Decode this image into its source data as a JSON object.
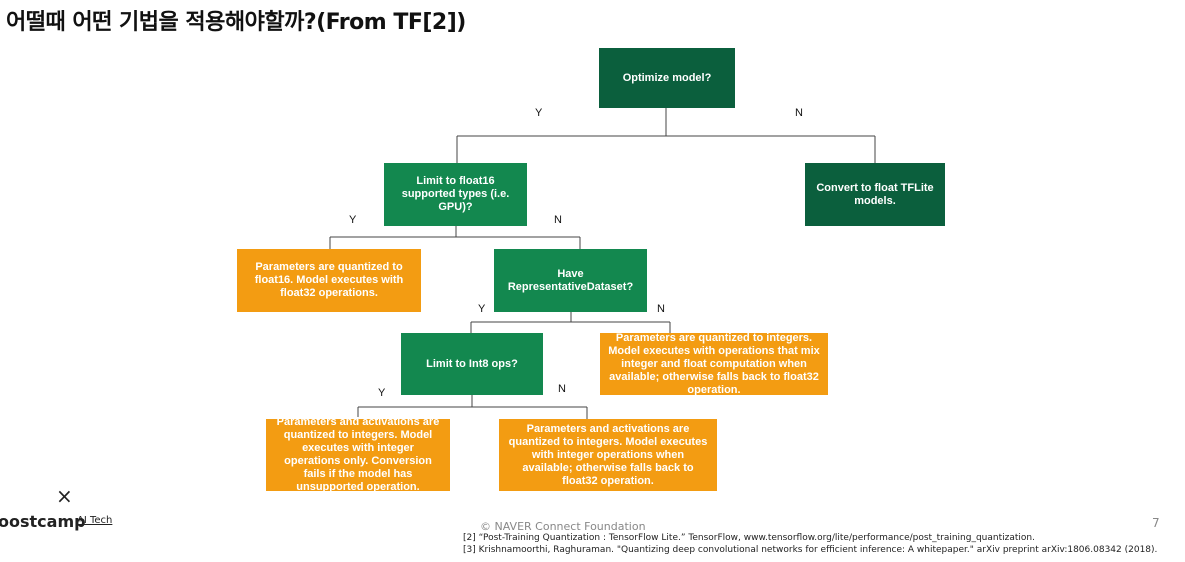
{
  "title": "어떨때 어떤 기법을 적용해야할까?(From TF[2])",
  "nodes": {
    "optimize": "Optimize model?",
    "float16_limit": "Limit to float16 supported types (i.e. GPU)?",
    "convert_float": "Convert to float TFLite models.",
    "float16_result": "Parameters are quantized to float16. Model executes with float32 operations.",
    "rep_dataset": "Have RepresentativeDataset?",
    "int8_limit": "Limit to Int8 ops?",
    "mixed_result": "Parameters are quantized to integers. Model executes with operations that mix integer and float computation when available; otherwise falls back to float32 operation.",
    "int_only_result": "Parameters and activations are quantized to integers. Model executes with integer operations only. Conversion fails if the model has unsupported operation.",
    "int_fallback_result": "Parameters and activations are quantized to integers. Model executes with integer operations when available; otherwise falls back to float32 operation."
  },
  "edge_labels": {
    "yes": "Y",
    "no": "N"
  },
  "colors": {
    "decision_dark": "#0b5f3d",
    "decision": "#13884f",
    "result": "#f39c12"
  },
  "branding": {
    "logo_text": "oostcamp",
    "logo_sub": "AI Tech"
  },
  "footer": {
    "copyright": "©  NAVER Connect Foundation",
    "ref2": "[2] “Post-Training Quantization :  TensorFlow Lite.” TensorFlow, www.tensorflow.org/lite/performance/post_training_quantization.",
    "ref3": "[3] Krishnamoorthi, Raghuraman. \"Quantizing deep convolutional networks for efficient inference: A whitepaper.\" arXiv preprint arXiv:1806.08342 (2018).",
    "page_number": "7"
  }
}
